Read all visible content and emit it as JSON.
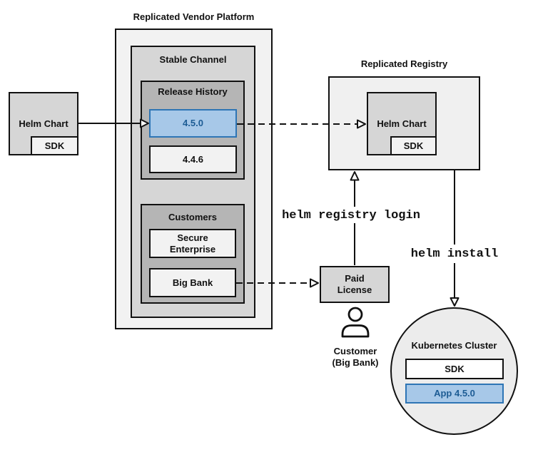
{
  "colors": {
    "border": "#111111",
    "platform_fill": "#f2f2f2",
    "channel_fill": "#d6d6d6",
    "group_fill": "#b5b5b5",
    "item_fill": "#f2f2f2",
    "registry_fill": "#f0f0f0",
    "cluster_fill": "#ececec",
    "white": "#ffffff",
    "blue_fill": "#a7c8e8",
    "blue_border": "#2e75b5",
    "blue_text": "#1d5c94"
  },
  "platform": {
    "title": "Replicated Vendor Platform",
    "stable_channel": {
      "title": "Stable Channel",
      "release_history": {
        "title": "Release History",
        "versions": [
          {
            "label": "4.5.0",
            "highlighted": true
          },
          {
            "label": "4.4.6",
            "highlighted": false
          }
        ]
      },
      "customers": {
        "title": "Customers",
        "items": [
          "Secure Enterprise",
          "Big Bank"
        ]
      }
    }
  },
  "source_chart": {
    "label": "Helm Chart",
    "sdk": "SDK"
  },
  "registry": {
    "title": "Replicated Registry",
    "helm_chart": "Helm Chart",
    "sdk": "SDK"
  },
  "paid_license": {
    "line1": "Paid",
    "line2": "License"
  },
  "commands": {
    "registry_login": "helm registry login",
    "install": "helm install"
  },
  "customer": {
    "line1": "Customer",
    "line2": "(Big Bank)"
  },
  "cluster": {
    "title": "Kubernetes Cluster",
    "sdk": "SDK",
    "app": "App 4.5.0"
  }
}
